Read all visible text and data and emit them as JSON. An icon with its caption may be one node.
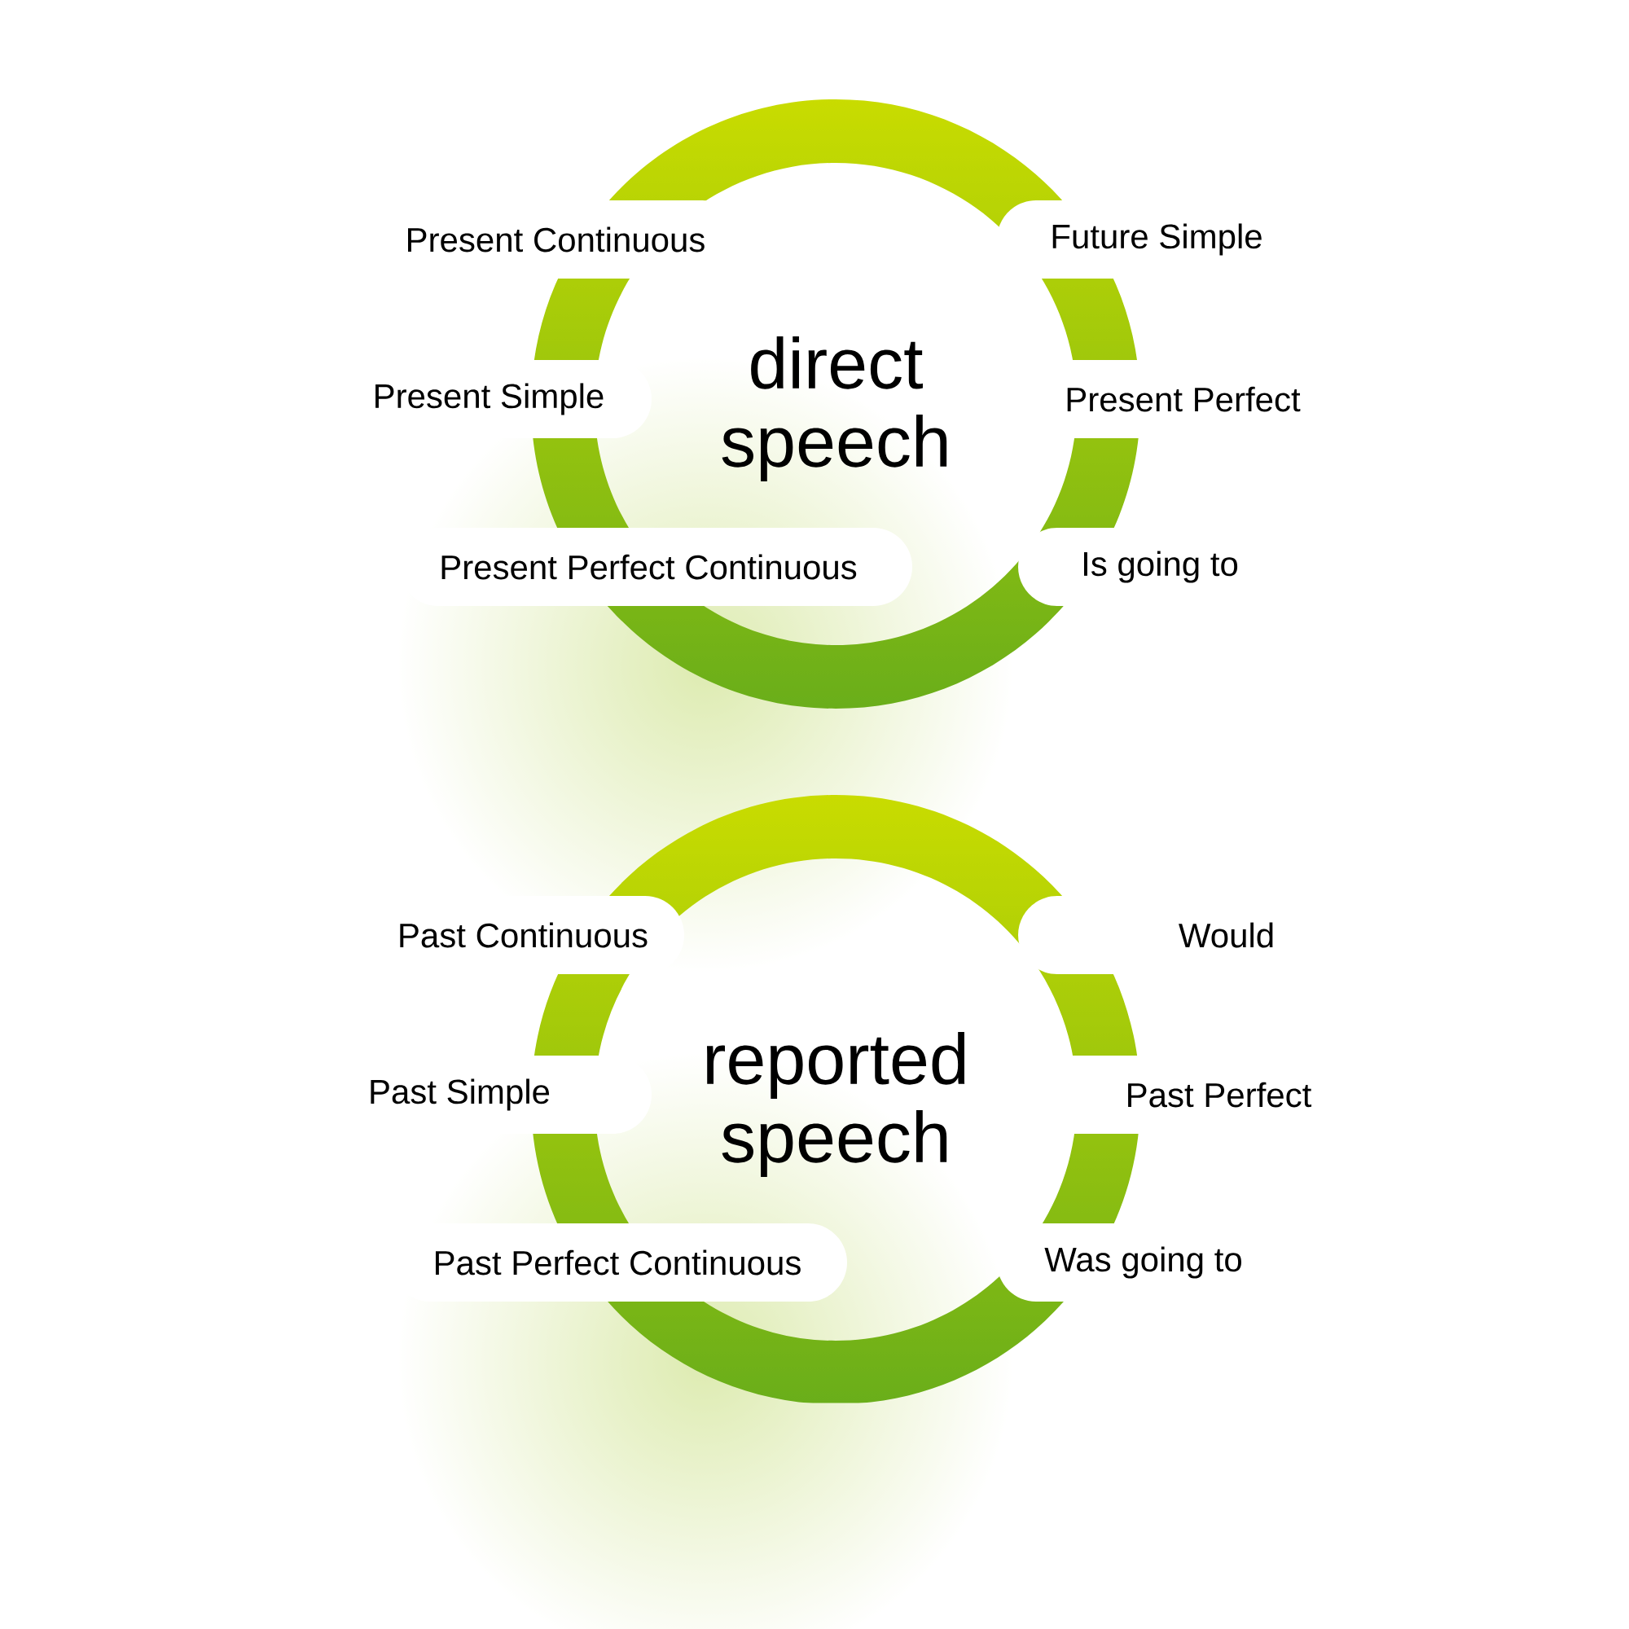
{
  "diagram": {
    "nodes": [
      {
        "text": [
          "direct speech"
        ]
      },
      {
        "text": [
          "reported speech"
        ]
      }
    ],
    "labels": [
      "Present Continuous",
      "Future Simple",
      "Present Simple",
      "Present Perfect",
      "Present Perfect Continuous",
      "Is going to",
      "Past Continuous",
      "Would",
      "Past Simple",
      "Past Perfect",
      "Past Perfect Continuous",
      "Was going to"
    ]
  }
}
